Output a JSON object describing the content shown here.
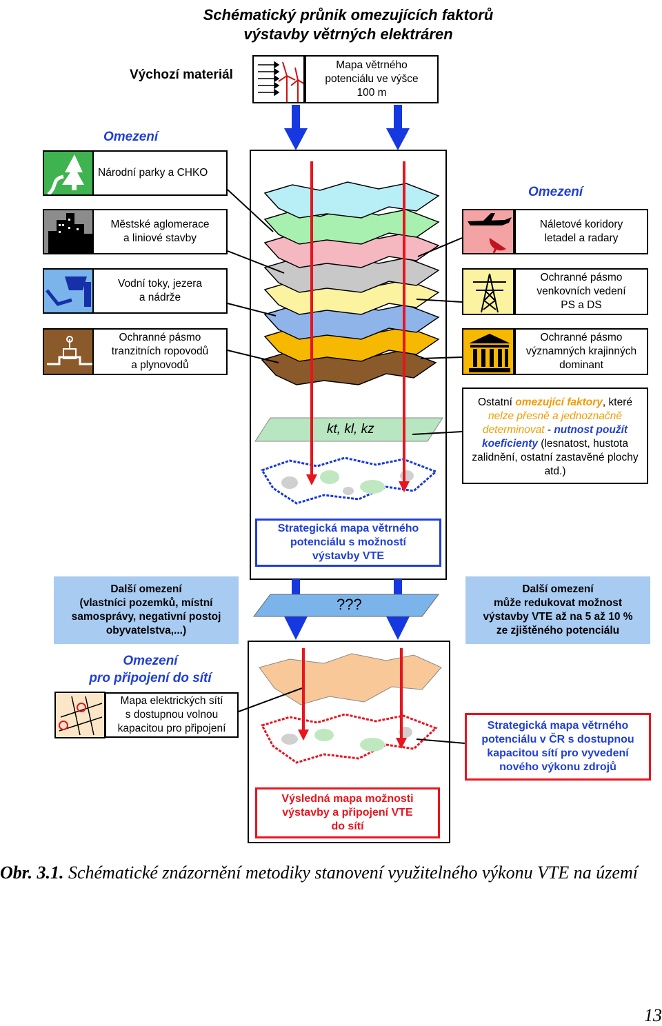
{
  "title": {
    "line1": "Schématický průnik omezujících faktorů",
    "line2": "výstavby větrných elektráren"
  },
  "source": {
    "label": "Výchozí materiál",
    "box": "Mapa větrného\npotenciálu ve výšce\n100 m"
  },
  "left_constraints": {
    "heading": "Omezení",
    "items": [
      {
        "label": "Národní parky a CHKO",
        "icon": "park-tree-icon"
      },
      {
        "label": "Městské aglomerace\na liniové stavby",
        "icon": "city-icon"
      },
      {
        "label": "Vodní toky, jezera\na nádrže",
        "icon": "water-icon"
      },
      {
        "label": "Ochranné pásmo\ntranzitních ropovodů\na plynovodů",
        "icon": "pipeline-icon"
      }
    ]
  },
  "right_constraints": {
    "heading": "Omezení",
    "items": [
      {
        "label": "Náletové koridory\nletadel a radary",
        "icon": "airplane-radar-icon"
      },
      {
        "label": "Ochranné pásmo\nvenkovních vedení\nPS a DS",
        "icon": "power-pylon-icon"
      },
      {
        "label": "Ochranné pásmo\nvýznamných krajinných\ndominant",
        "icon": "monument-icon"
      }
    ]
  },
  "other_factors": {
    "part1": "Ostatní ",
    "part2": "omezující faktory",
    "part3": ", které ",
    "part4": "nelze přesně a jednoznačně determinovat",
    "part5": " - ",
    "part6": "nutnost použít koeficienty",
    "part7": " (lesnatost, hustota zalidnění, ostatní zastavěné plochy atd.)"
  },
  "k_factors": "kt, kl, kz",
  "strategic_map": "Strategická mapa větrného\npotenciálu s možností\nvýstavby VTE",
  "further_left": "Další omezení\n(vlastníci pozemků, místní\nsamosprávy, negativní postoj\nobyvatelstva,...)",
  "further_right": "Další omezení\nmůže redukovat možnost\nvýstavby VTE až na 5 až 10 %\nze zjištěného potenciálu",
  "unknown": "???",
  "grid_section": {
    "heading_line1": "Omezení",
    "heading_line2": "pro připojení do sítí",
    "box": "Mapa elektrických sítí\ns dostupnou volnou\nkapacitou pro připojení",
    "icon": "grid-map-icon"
  },
  "strategic_grid_map": "Strategická mapa větrného\npotenciálu v ČR s dostupnou\nkapacitou sítí pro vyvedení\nnového výkonu zdrojů",
  "result_map": "Výsledná mapa možnosti\nvýstavby a připojení VTE\ndo sítí",
  "caption": {
    "label": "Obr.  3.1.",
    "text": " Schématické znázornění metodiky stanovení využitelného výkonu VTE na území"
  },
  "page_number": "13",
  "colors": {
    "blue_text": "#1f3fd6",
    "red": "#e8141e",
    "orange_text": "#f59a00",
    "light_blue_box": "#a8cbf2"
  }
}
